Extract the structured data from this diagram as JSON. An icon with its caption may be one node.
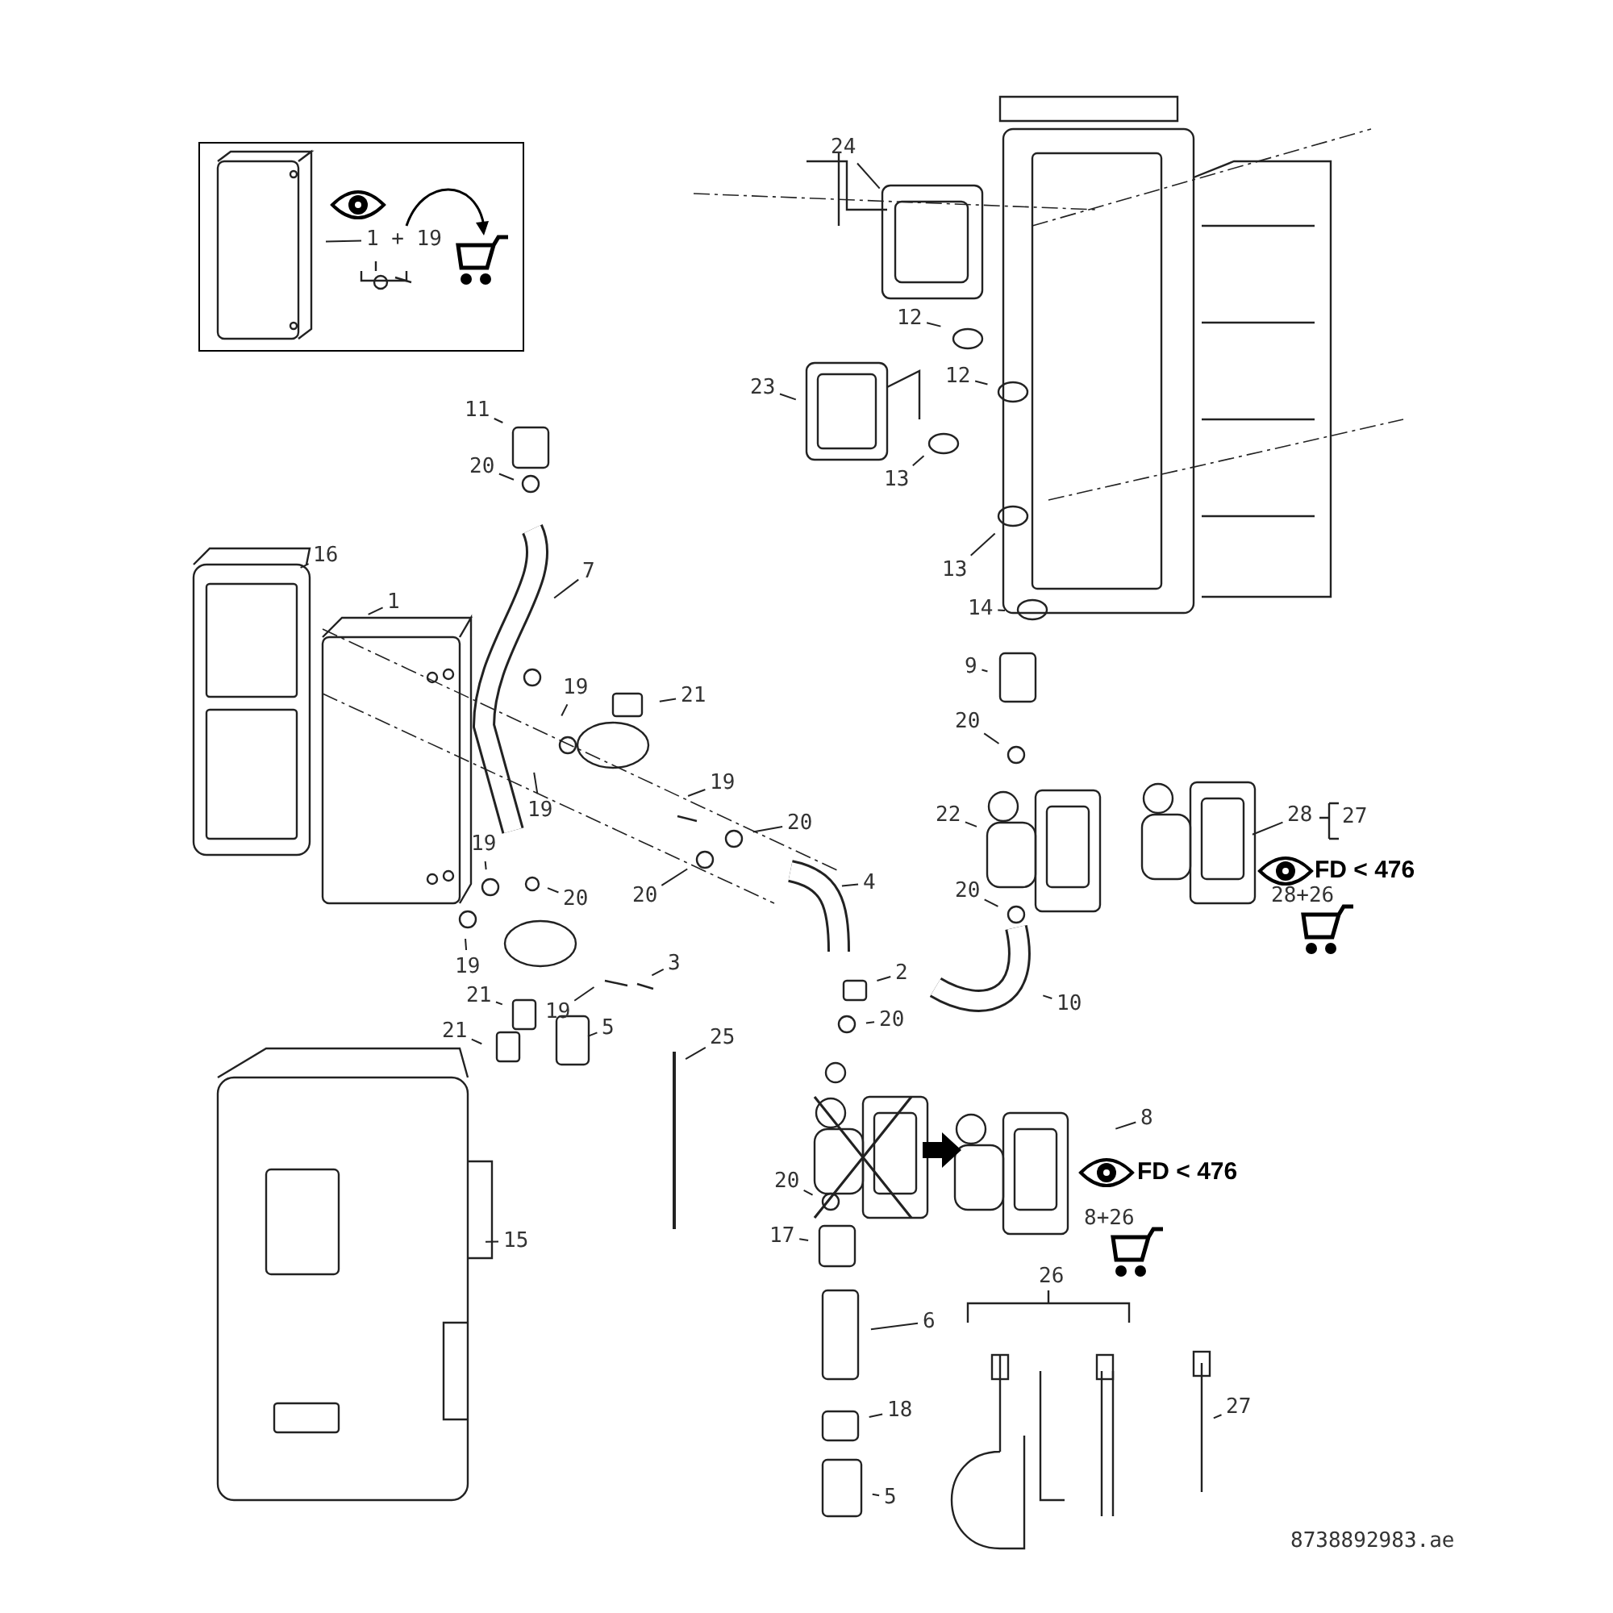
{
  "diagram": {
    "nodes": [
      {
        "text": [],
        "shape": "box"
      },
      {
        "text": [
          "1 + 19"
        ],
        "in": 0
      },
      {
        "text": [
          "24"
        ]
      },
      {
        "text": [
          "12"
        ]
      },
      {
        "text": [
          "23"
        ]
      },
      {
        "text": [
          "12"
        ]
      },
      {
        "text": [
          "13"
        ]
      },
      {
        "text": [
          "13"
        ]
      },
      {
        "text": [
          "14"
        ]
      },
      {
        "text": [
          "11"
        ]
      },
      {
        "text": [
          "20"
        ]
      },
      {
        "text": [
          "16"
        ]
      },
      {
        "text": [
          "7"
        ]
      },
      {
        "text": [
          "1"
        ]
      },
      {
        "text": [
          "19"
        ]
      },
      {
        "text": [
          "21"
        ]
      },
      {
        "text": [
          "9"
        ]
      },
      {
        "text": [
          "19"
        ]
      },
      {
        "text": [
          "19"
        ]
      },
      {
        "text": [
          "20"
        ]
      },
      {
        "text": [
          "20"
        ]
      },
      {
        "text": [
          "20"
        ]
      },
      {
        "text": [
          "22"
        ]
      },
      {
        "text": [
          "28"
        ]
      },
      {
        "text": [
          "19"
        ]
      },
      {
        "text": [
          "20"
        ]
      },
      {
        "text": [
          "4"
        ]
      },
      {
        "text": [
          "20"
        ]
      },
      {
        "text": [
          "19"
        ]
      },
      {
        "text": [
          "3"
        ]
      },
      {
        "text": [
          "2"
        ]
      },
      {
        "text": [
          "21"
        ]
      },
      {
        "text": [
          "19"
        ]
      },
      {
        "text": [
          "10"
        ]
      },
      {
        "text": [
          "20"
        ]
      },
      {
        "text": [
          "21"
        ]
      },
      {
        "text": [
          "5"
        ]
      },
      {
        "text": [
          "25"
        ]
      },
      {
        "text": [
          "8"
        ]
      },
      {
        "text": [
          "20"
        ]
      },
      {
        "text": [
          "15"
        ]
      },
      {
        "text": [
          "17"
        ]
      },
      {
        "text": [
          "6"
        ]
      },
      {
        "text": [
          "27"
        ]
      },
      {
        "text": [
          "18"
        ]
      },
      {
        "text": [
          "5"
        ]
      }
    ],
    "edges": [
      {
        "from": 1,
        "to": null,
        "arrow": "none"
      },
      {
        "from": 2,
        "to": null,
        "arrow": "none"
      },
      {
        "from": 3,
        "to": null,
        "arrow": "none"
      },
      {
        "from": 4,
        "to": null,
        "arrow": "none"
      },
      {
        "from": 5,
        "to": null,
        "arrow": "none"
      },
      {
        "from": 6,
        "to": null,
        "arrow": "none"
      },
      {
        "from": 7,
        "to": null,
        "arrow": "none"
      },
      {
        "from": 8,
        "to": null,
        "arrow": "none"
      },
      {
        "from": 9,
        "to": null,
        "arrow": "none"
      },
      {
        "from": 10,
        "to": null,
        "arrow": "none"
      },
      {
        "from": 11,
        "to": null,
        "arrow": "none"
      },
      {
        "from": 12,
        "to": null,
        "arrow": "none"
      },
      {
        "from": 13,
        "to": null,
        "arrow": "none"
      },
      {
        "from": 14,
        "to": null,
        "arrow": "none"
      },
      {
        "from": 15,
        "to": null,
        "arrow": "none"
      },
      {
        "from": 16,
        "to": null,
        "arrow": "none"
      },
      {
        "from": 17,
        "to": null,
        "arrow": "none"
      },
      {
        "from": 18,
        "to": null,
        "arrow": "none"
      },
      {
        "from": 19,
        "to": null,
        "arrow": "none"
      },
      {
        "from": 20,
        "to": null,
        "arrow": "none"
      },
      {
        "from": 21,
        "to": null,
        "arrow": "none"
      },
      {
        "from": 22,
        "to": null,
        "arrow": "none"
      },
      {
        "from": 23,
        "to": null,
        "arrow": "none"
      },
      {
        "from": 24,
        "to": null,
        "arrow": "none"
      },
      {
        "from": 25,
        "to": null,
        "arrow": "none"
      },
      {
        "from": 26,
        "to": null,
        "arrow": "none"
      },
      {
        "from": 27,
        "to": null,
        "arrow": "none"
      },
      {
        "from": 28,
        "to": null,
        "arrow": "none"
      },
      {
        "from": 29,
        "to": null,
        "arrow": "none"
      },
      {
        "from": 30,
        "to": null,
        "arrow": "none"
      },
      {
        "from": 31,
        "to": null,
        "arrow": "none"
      },
      {
        "from": 32,
        "to": null,
        "arrow": "none"
      },
      {
        "from": 33,
        "to": null,
        "arrow": "none"
      },
      {
        "from": 34,
        "to": null,
        "arrow": "none"
      },
      {
        "from": 35,
        "to": null,
        "arrow": "none"
      },
      {
        "from": 36,
        "to": null,
        "arrow": "none"
      },
      {
        "from": 37,
        "to": null,
        "arrow": "none"
      },
      {
        "from": 38,
        "to": null,
        "arrow": "none"
      },
      {
        "from": 39,
        "to": null,
        "arrow": "none"
      },
      {
        "from": 40,
        "to": null,
        "arrow": "none"
      },
      {
        "from": 41,
        "to": null,
        "arrow": "none"
      },
      {
        "from": 42,
        "to": null,
        "arrow": "none"
      },
      {
        "from": 43,
        "to": null,
        "arrow": "none"
      },
      {
        "from": 44,
        "to": null,
        "arrow": "none"
      },
      {
        "from": 45,
        "to": null,
        "arrow": "none"
      }
    ],
    "labels": [
      "27",
      "FD < 476",
      "28+26",
      "FD < 476",
      "8+26",
      "26",
      "8738892983.ae"
    ]
  }
}
